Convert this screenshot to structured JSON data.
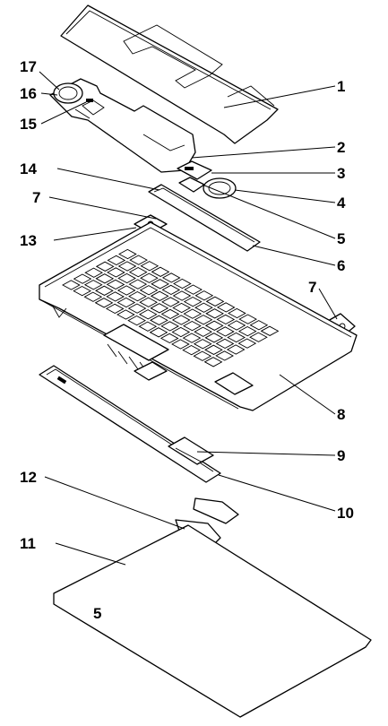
{
  "callouts": [
    {
      "id": "c1",
      "text": "1"
    },
    {
      "id": "c2",
      "text": "2"
    },
    {
      "id": "c3",
      "text": "3"
    },
    {
      "id": "c4",
      "text": "4"
    },
    {
      "id": "c5",
      "text": "5"
    },
    {
      "id": "c6",
      "text": "6"
    },
    {
      "id": "c7a",
      "text": "7"
    },
    {
      "id": "c7b",
      "text": "7"
    },
    {
      "id": "c8",
      "text": "8"
    },
    {
      "id": "c9",
      "text": "9"
    },
    {
      "id": "c10",
      "text": "10"
    },
    {
      "id": "c11",
      "text": "11"
    },
    {
      "id": "c12",
      "text": "12"
    },
    {
      "id": "c13",
      "text": "13"
    },
    {
      "id": "c14",
      "text": "14"
    },
    {
      "id": "c15",
      "text": "15"
    },
    {
      "id": "c16",
      "text": "16"
    },
    {
      "id": "c17",
      "text": "17"
    },
    {
      "id": "c5b",
      "text": "5"
    }
  ]
}
